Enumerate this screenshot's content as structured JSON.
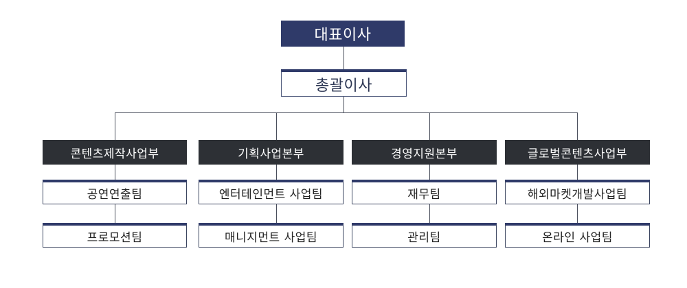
{
  "ceo": {
    "label": "대표이사"
  },
  "general_manager": {
    "label": "총괄이사"
  },
  "divisions": [
    {
      "label": "콘텐츠제작사업부",
      "teams": [
        "공연연출팀",
        "프로모션팀"
      ]
    },
    {
      "label": "기획사업본부",
      "teams": [
        "엔터테인먼트 사업팀",
        "매니지먼트 사업팀"
      ]
    },
    {
      "label": "경영지원본부",
      "teams": [
        "재무팀",
        "관리팀"
      ]
    },
    {
      "label": "글로벌콘텐츠사업부",
      "teams": [
        "해외마켓개발사업팀",
        "온라인 사업팀"
      ]
    }
  ],
  "colors": {
    "ceo_fill": "#2f3a69",
    "division_fill": "#2d3035",
    "team_border": "#2f3a69",
    "connector": "#4a4f5c"
  }
}
